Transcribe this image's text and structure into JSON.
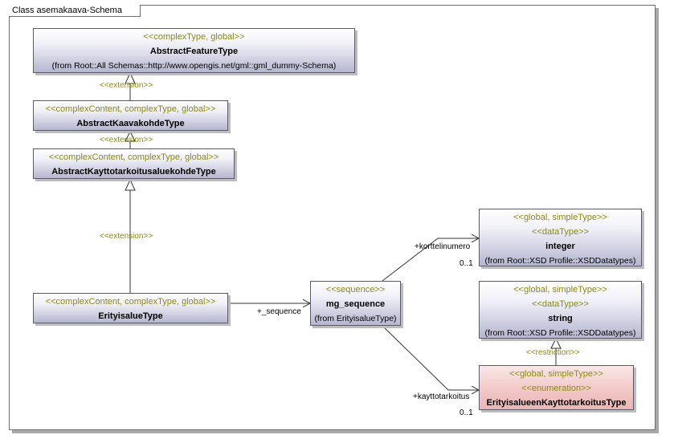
{
  "frame": {
    "title": "Class asemakaava-Schema"
  },
  "boxes": {
    "abstract_feature": {
      "stereotype": "<<complexType, global>>",
      "name": "AbstractFeatureType",
      "from": "(from Root::All Schemas::http://www.opengis.net/gml::gml_dummy-Schema)"
    },
    "abstract_kaavakohde": {
      "stereotype": "<<complexContent, complexType, global>>",
      "name": "AbstractKaavakohdeType"
    },
    "abstract_kayttotarkoitus": {
      "stereotype": "<<complexContent, complexType, global>>",
      "name": "AbstractKayttotarkoitusaluekohdeType"
    },
    "erityisalue": {
      "stereotype": "<<complexContent, complexType, global>>",
      "name": "ErityisalueType"
    },
    "mg_sequence": {
      "stereotype": "<<sequence>>",
      "name": "mg_sequence",
      "from": "(from ErityisalueType)"
    },
    "integer": {
      "stereotype1": "<<global, simpleType>>",
      "stereotype2": "<<dataType>>",
      "name": "integer",
      "from": "(from Root::XSD Profile::XSDDatatypes)"
    },
    "string": {
      "stereotype1": "<<global, simpleType>>",
      "stereotype2": "<<dataType>>",
      "name": "string",
      "from": "(from Root::XSD Profile::XSDDatatypes)"
    },
    "enum": {
      "stereotype1": "<<global, simpleType>>",
      "stereotype2": "<<enumeration>>",
      "name": "ErityisalueenKayttotarkoitusType"
    }
  },
  "connectors": {
    "extension_1": "<<extension>>",
    "extension_2": "<<extension>>",
    "extension_3": "<<extension>>",
    "restriction": "<<restriction>>",
    "sequence_role": "+_sequence",
    "korttelinumero_role": "+korttelinumero",
    "korttelinumero_mult": "0..1",
    "kayttotarkoitus_role": "+kayttotarkoitus",
    "kayttotarkoitus_mult": "0..1"
  },
  "colors": {
    "box_gradient_end": "#b6b6d0",
    "enum_fill": "#eab6b6",
    "stereotype_text": "#8a8a10"
  }
}
